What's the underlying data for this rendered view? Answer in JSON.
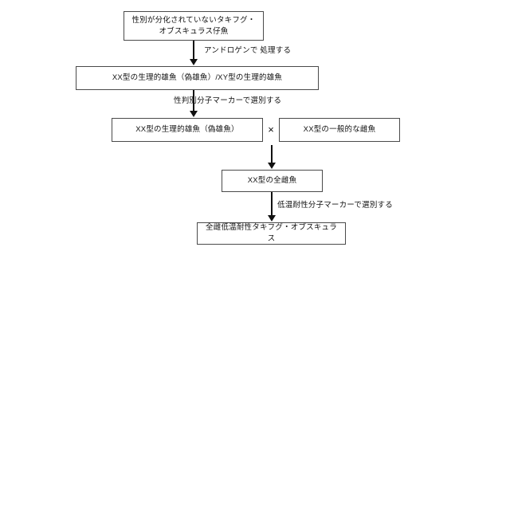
{
  "diagram": {
    "title": "Takifugu obscurus all-female cold-tolerant breeding flowchart",
    "background_color": "#ffffff",
    "line_color": "#111111",
    "box_border_color": "#4a4a4a",
    "nodes": [
      {
        "id": "larvae",
        "label": "性別が分化されていないタキフグ・\nオブスキュラス仔魚",
        "line1": "性別が分化されていないタキフグ・",
        "line2": "オブスキュラス仔魚"
      },
      {
        "id": "physiological-male",
        "label": "XX型の生理的雄魚（偽雄魚）/XY型の生理的雄魚"
      },
      {
        "id": "pseudomale",
        "label": "XX型の生理的雄魚（偽雄魚）"
      },
      {
        "id": "normal-female",
        "label": "XX型の一般的な雌魚"
      },
      {
        "id": "all-female",
        "label": "XX型の全雌魚"
      },
      {
        "id": "final-product",
        "label": "全雌低温耐性タキフグ・オブスキュラス"
      }
    ],
    "edge_labels": [
      {
        "id": "androgen",
        "text": "アンドロゲンで 処理する"
      },
      {
        "id": "sex-marker",
        "text": "性判別分子マーカーで選別する"
      },
      {
        "id": "cold-marker",
        "text": "低温耐性分子マーカーで選別する"
      }
    ],
    "symbols": {
      "cross": "×"
    }
  }
}
